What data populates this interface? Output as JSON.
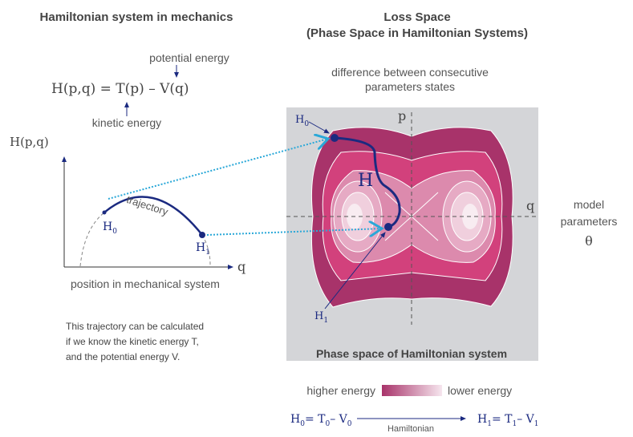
{
  "left": {
    "title": "Hamiltonian system in mechanics",
    "potential_label": "potential energy",
    "equation": "H(p,q) = T(p)  – V(q)",
    "kinetic_label": "kinetic energy",
    "y_axis": "H(p,q)",
    "x_axis": "q",
    "trajectory_label": "trajectory",
    "h0": "H",
    "h0_sub": "0",
    "h1": "H",
    "h1_sub": "1",
    "x_caption": "position in mechanical system",
    "note": [
      "This trajectory can be calculated",
      "if we know the kinetic energy T,",
      "and the potential energy V."
    ]
  },
  "right": {
    "title_line1": "Loss Space",
    "title_line2": "(Phase Space in Hamiltonian Systems)",
    "subtitle_line1": "difference between consecutive",
    "subtitle_line2": "parameters states",
    "p_axis": "p",
    "q_axis": "q",
    "h_path_label": "H",
    "h0": "H",
    "h0_sub": "0",
    "h1": "H",
    "h1_sub": "1",
    "panel_caption": "Phase space of Hamiltonian system",
    "model_params_line1": "model",
    "model_params_line2": "parameters",
    "theta": "θ"
  },
  "legend": {
    "higher": "higher energy",
    "lower": "lower energy"
  },
  "bottom_eq": {
    "left": [
      "H",
      "0",
      "= T",
      "0",
      "– V",
      "0"
    ],
    "arrow_label": "Hamiltonian",
    "right": [
      "H",
      "1",
      "= T",
      "1",
      "– V",
      "1"
    ]
  },
  "colors": {
    "navy": "#1b2a80",
    "cyan": "#2aa8d8",
    "outer": "#a8336a",
    "mid": "#d2417c",
    "inner": "#dc8aad"
  }
}
